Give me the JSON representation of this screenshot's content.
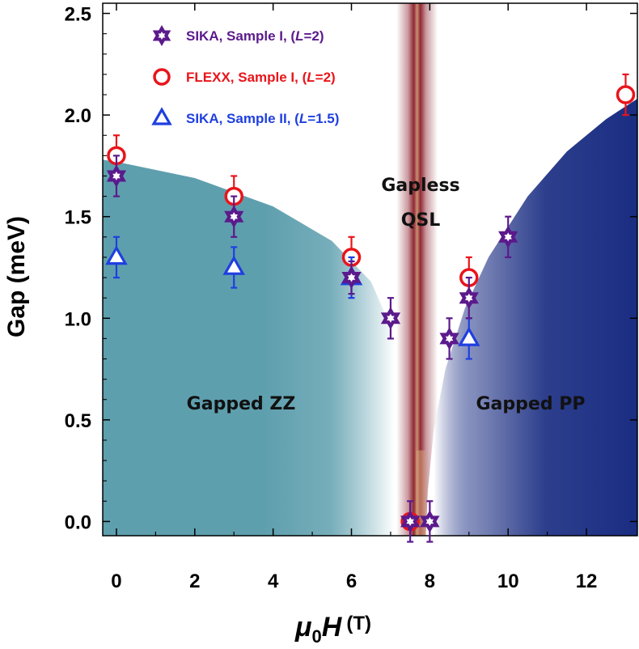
{
  "chart_data": {
    "type": "scatter",
    "title": "",
    "xlabel": "μ0H",
    "xlabel_unit": "(T)",
    "ylabel": "Gap (meV)",
    "xlim": [
      -0.35,
      13.3
    ],
    "ylim": [
      -0.07,
      2.55
    ],
    "x_ticks": [
      "0",
      "2",
      "4",
      "6",
      "8",
      "10",
      "12"
    ],
    "y_ticks": [
      "0.0",
      "0.5",
      "1.0",
      "1.5",
      "2.0",
      "2.5"
    ],
    "grid": false,
    "legend_position": "top-left",
    "series": [
      {
        "name": "SIKA, Sample I, (L=2)",
        "marker": "star-of-david",
        "color": "#5b1a8c",
        "points": [
          {
            "x": 0,
            "y": 1.7,
            "err": 0.1
          },
          {
            "x": 3,
            "y": 1.5,
            "err": 0.1
          },
          {
            "x": 6,
            "y": 1.2,
            "err": 0.08
          },
          {
            "x": 7,
            "y": 1.0,
            "err": 0.1
          },
          {
            "x": 7.5,
            "y": 0.0,
            "err": 0.1
          },
          {
            "x": 8,
            "y": 0.0,
            "err": 0.1
          },
          {
            "x": 8.5,
            "y": 0.9,
            "err": 0.1
          },
          {
            "x": 9,
            "y": 1.1,
            "err": 0.1
          },
          {
            "x": 10,
            "y": 1.4,
            "err": 0.1
          }
        ]
      },
      {
        "name": "FLEXX, Sample I, (L=2)",
        "marker": "circle",
        "color": "#e8151b",
        "points": [
          {
            "x": 0,
            "y": 1.8,
            "err": 0.1
          },
          {
            "x": 3,
            "y": 1.6,
            "err": 0.1
          },
          {
            "x": 6,
            "y": 1.3,
            "err": 0.1
          },
          {
            "x": 7.5,
            "y": 0.0,
            "err": 0.0
          },
          {
            "x": 9,
            "y": 1.2,
            "err": 0.1
          },
          {
            "x": 13,
            "y": 2.1,
            "err": 0.1
          }
        ]
      },
      {
        "name": "SIKA, Sample II, (L=1.5)",
        "marker": "triangle",
        "color": "#1f3fe0",
        "points": [
          {
            "x": 0,
            "y": 1.3,
            "err": 0.1
          },
          {
            "x": 3,
            "y": 1.25,
            "err": 0.1
          },
          {
            "x": 6,
            "y": 1.2,
            "err": 0.1
          },
          {
            "x": 9,
            "y": 0.9,
            "err": 0.1
          }
        ]
      }
    ],
    "regions": [
      {
        "label": "Gapped ZZ",
        "color": "#5e9fae"
      },
      {
        "label": "Gapless QSL",
        "color": "#8a1e2a"
      },
      {
        "label": "Gapped PP",
        "color": "#1a2d82"
      }
    ]
  },
  "legend": {
    "items": [
      {
        "prefix": "SIKA, Sample I, (",
        "var": "L",
        "suffix": "=2)"
      },
      {
        "prefix": "FLEXX, Sample I, (",
        "var": "L",
        "suffix": "=2)"
      },
      {
        "prefix": "SIKA, Sample II, (",
        "var": "L",
        "suffix": "=1.5)"
      }
    ]
  },
  "labels": {
    "zz": "Gapped ZZ",
    "qsl_line1": "Gapless",
    "qsl_line2": "QSL",
    "pp": "Gapped PP",
    "y_axis": "Gap (meV)",
    "x_axis_main": "μ",
    "x_axis_sub": "0",
    "x_axis_var": "H",
    "x_axis_unit": "(T)"
  }
}
